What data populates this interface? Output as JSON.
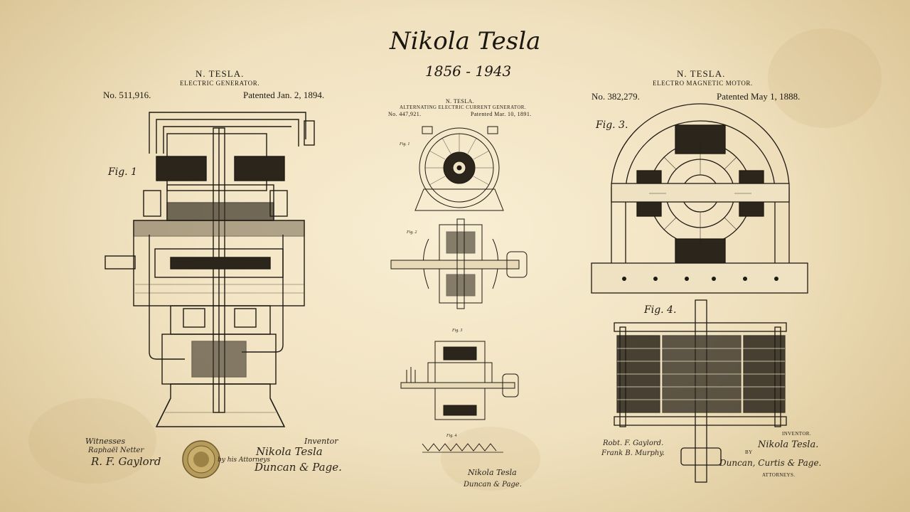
{
  "title": "Nikola Tesla",
  "years": "1856 - 1943",
  "left_patent": {
    "inventor": "N. TESLA.",
    "name": "ELECTRIC GENERATOR.",
    "number": "No. 511,916.",
    "date": "Patented Jan. 2, 1894.",
    "fig_label": "Fig. 1",
    "witnesses_label": "Witnesses",
    "witness_1": "Raphaël Netter",
    "witness_2": "R. F. Gaylord",
    "inventor_label": "Inventor",
    "inventor_sig": "Nikola Tesla",
    "attorneys_label": "by his Attorneys",
    "attorneys_sig": "Duncan & Page."
  },
  "center_patent": {
    "inventor": "N. TESLA.",
    "name": "ALTERNATING ELECTRIC CURRENT GENERATOR.",
    "number": "No. 447,921.",
    "date": "Patented Mar. 10, 1891.",
    "fig_1": "Fig. 1",
    "fig_2": "Fig. 2",
    "fig_3": "Fig. 3",
    "fig_4": "Fig. 4",
    "inventor_sig": "Nikola Tesla",
    "attorneys_sig": "Duncan & Page."
  },
  "right_patent": {
    "inventor": "N. TESLA.",
    "name": "ELECTRO MAGNETIC MOTOR.",
    "number": "No. 382,279.",
    "date": "Patented May 1, 1888.",
    "fig_3": "Fig. 3.",
    "fig_4": "Fig. 4.",
    "witness_1": "Robt. F. Gaylord.",
    "witness_2": "Frank B. Murphy.",
    "inventor_label": "INVENTOR.",
    "inventor_sig": "Nikola Tesla.",
    "by_label": "BY",
    "attorneys_sig": "Duncan, Curtis & Page.",
    "attorneys_label": "ATTORNEYS."
  },
  "colors": {
    "paper": "#efe2c2",
    "ink": "#1e1a14",
    "seal": "#b59a5a"
  }
}
